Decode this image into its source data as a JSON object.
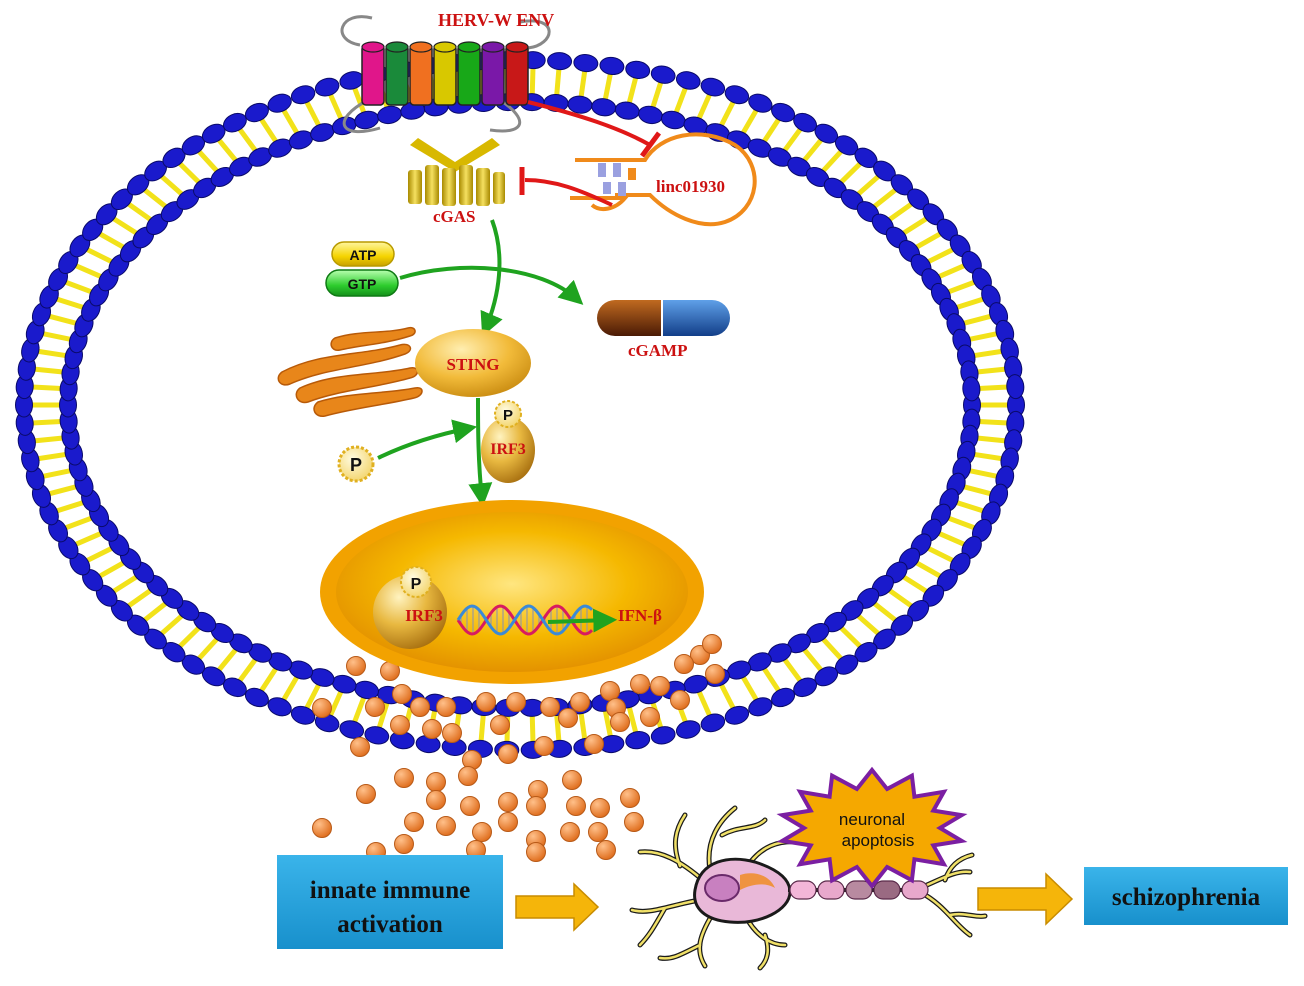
{
  "labels": {
    "herv": "HERV-W ENV",
    "linc": "linc01930",
    "cgas": "cGAS",
    "atp": "ATP",
    "gtp": "GTP",
    "cgamp": "cGAMP",
    "sting": "STING",
    "irf3_cyto": "IRF3",
    "irf3_nuc": "IRF3",
    "phos": "P",
    "ifn": "IFN-β",
    "apoptosis_line1": "neuronal",
    "apoptosis_line2": "apoptosis",
    "innate_line1": "innate immune",
    "innate_line2": "activation",
    "schizophrenia": "schizophrenia"
  },
  "colors": {
    "membrane_head": "#1a1acc",
    "membrane_tail": "#f2e21a",
    "activation_arrow": "#1fa31f",
    "inhibition_arrow": "#e01818",
    "nucleus": "#f5a800",
    "cytokine": "#f08a3c",
    "box_fill": "#1fa0d8",
    "flow_arrow": "#f5b50a"
  },
  "icons": [
    "receptor-icon",
    "cgas-icon",
    "golgi-icon",
    "dna-helix-icon",
    "neuron-icon",
    "starburst-icon"
  ]
}
